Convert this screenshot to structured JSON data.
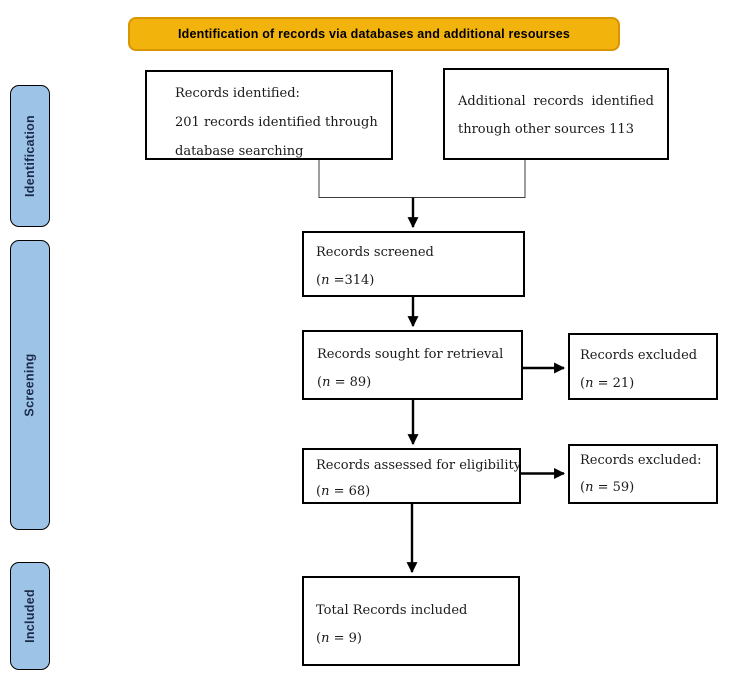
{
  "banner": {
    "label": "Identification of records via databases and additional resourses"
  },
  "sidebar": {
    "items": [
      {
        "label": "Identification"
      },
      {
        "label": "Screening"
      },
      {
        "label": "Included"
      }
    ]
  },
  "boxes": {
    "records_identified": {
      "line1": "Records identified:",
      "line2": "201 records identified through",
      "line3": "database searching"
    },
    "additional_records": {
      "line1": "Additional records identified",
      "line2": "through other sources 113"
    },
    "records_screened": {
      "title": "Records screened",
      "n_label": "(n =314)"
    },
    "records_sought": {
      "title": "Records sought for retrieval",
      "n_label": "(n = 89)"
    },
    "records_excluded_1": {
      "title": "Records excluded",
      "n_label": "(n = 21)"
    },
    "records_assessed": {
      "title": "Records assessed for eligibility",
      "n_label": "(n = 68)"
    },
    "records_excluded_2": {
      "title": "Records excluded:",
      "n_label": "(n = 59)"
    },
    "total_included": {
      "title": "Total Records included",
      "n_label": "(n = 9)"
    }
  },
  "colors": {
    "banner_fill": "#F2B30D",
    "banner_border": "#D99500",
    "sidebar_fill": "#9DC3E6",
    "box_border": "#000000",
    "arrow": "#000000"
  }
}
